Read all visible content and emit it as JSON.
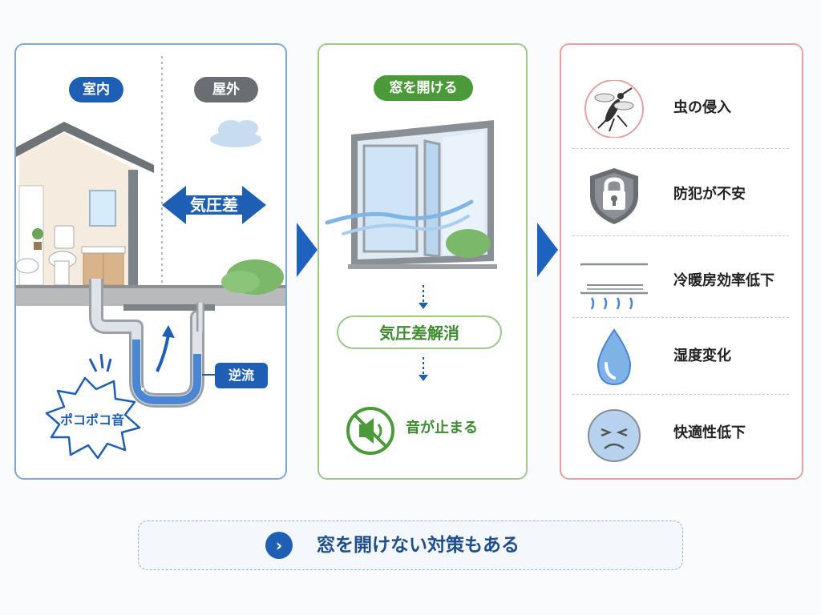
{
  "panel_indoor_outdoor": {
    "indoor_label": "室内",
    "outdoor_label": "屋外",
    "pressure_diff_label": "気圧差",
    "backflow_label": "逆流",
    "sound_label": "ポコポコ音"
  },
  "panel_open_window": {
    "title": "窓を開ける",
    "resolve_label": "気圧差解消",
    "stop_label": "音が止まる"
  },
  "panel_drawbacks": {
    "items": [
      {
        "label": "虫の侵入",
        "icon": "mosquito-icon"
      },
      {
        "label": "防犯が不安",
        "icon": "lock-shield-icon"
      },
      {
        "label": "冷暖房効率低下",
        "icon": "air-conditioner-icon"
      },
      {
        "label": "湿度変化",
        "icon": "water-drop-icon"
      },
      {
        "label": "快適性低下",
        "icon": "unhappy-face-icon"
      }
    ]
  },
  "footer": {
    "button_label": "窓を開けない対策もある",
    "icon": "chevron-right-icon"
  },
  "colors": {
    "primary_blue": "#1e5fb4",
    "green": "#4a9a3a",
    "red_border": "#e6a0a0"
  }
}
